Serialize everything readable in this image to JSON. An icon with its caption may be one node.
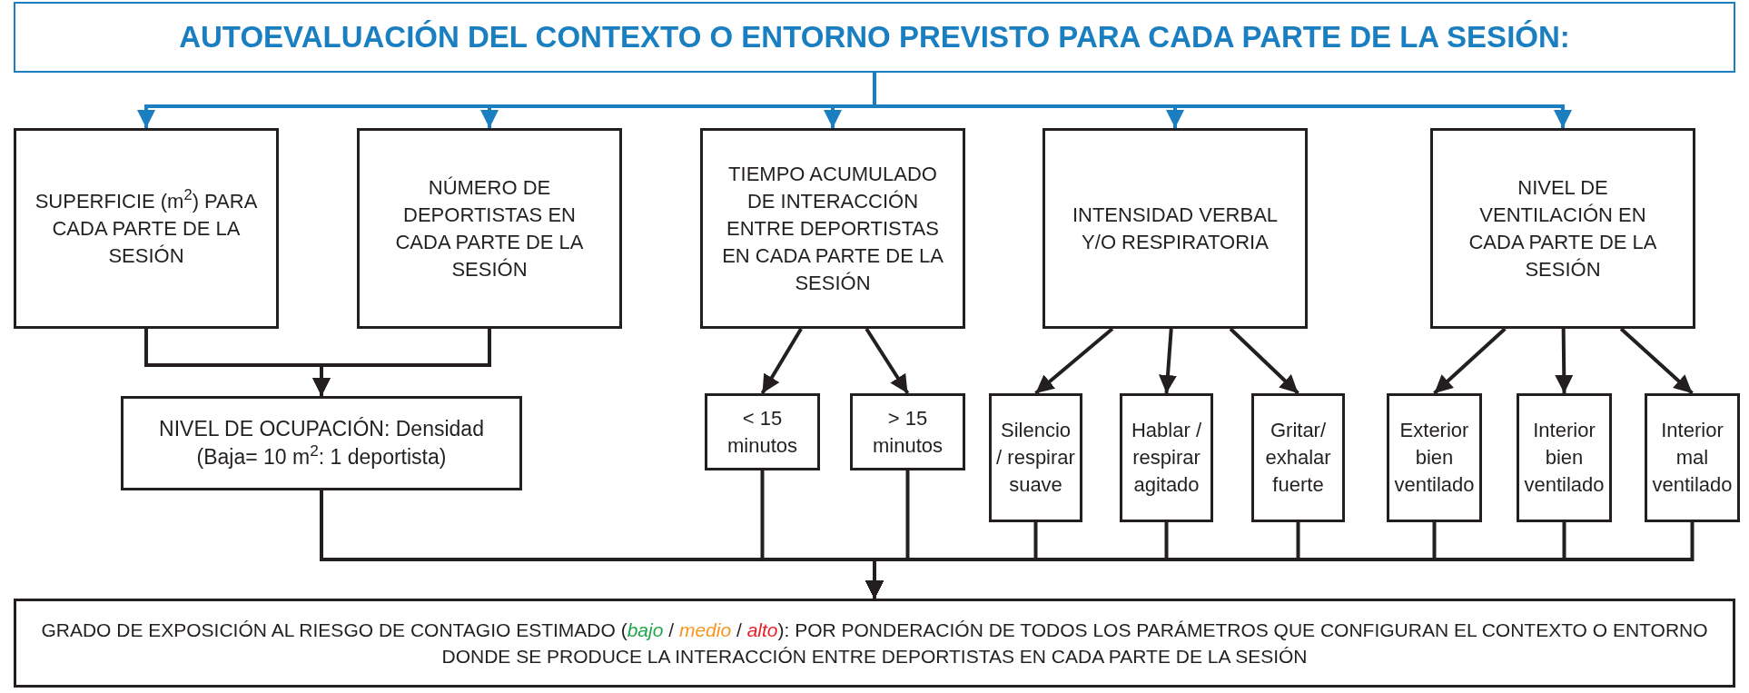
{
  "diagram": {
    "nodes": [
      {
        "text": [
          "AUTOEVALUACIÓN DEL CONTEXTO O ENTORNO PREVISTO PARA CADA PARTE DE LA SESIÓN:"
        ]
      },
      {
        "text": [
          "SUPERFICIE (m$^{2}$) PARA CADA PARTE DE LA SESIÓN"
        ]
      },
      {
        "text": [
          "NÚMERO DE DEPORTISTAS EN CADA PARTE DE LA SESIÓN"
        ]
      },
      {
        "text": [
          "TIEMPO ACUMULADO DE INTERACCIÓN ENTRE DEPORTISTAS EN CADA PARTE DE LA SESIÓN"
        ]
      },
      {
        "text": [
          "INTENSIDAD VERBAL Y/O RESPIRATORIA"
        ]
      },
      {
        "text": [
          "NIVEL DE VENTILACIÓN EN CADA PARTE DE LA SESIÓN"
        ]
      },
      {
        "text": [
          "NIVEL DE OCUPACIÓN: Densidad (Baja= 10 m$^{2}$: 1 deportista)"
        ]
      },
      {
        "text": [
          "< 15 minutos"
        ]
      },
      {
        "text": [
          "> 15 minutos"
        ]
      },
      {
        "text": [
          "Silencio / respirar suave"
        ]
      },
      {
        "text": [
          "Hablar / respirar agitado"
        ]
      },
      {
        "text": [
          "Gritar/ exhalar fuerte"
        ]
      },
      {
        "text": [
          "Exterior bien ventilado"
        ]
      },
      {
        "text": [
          "Interior bien ventilado"
        ]
      },
      {
        "text": [
          "Interior mal ventilado"
        ]
      },
      {
        "text": [
          "GRADO DE EXPOSICIÓN AL RIESGO DE CONTAGIO ESTIMADO (*bajo* / *medio* / *alto*): POR PONDERACIÓN DE TODOS LOS PARÁMETROS QUE CONFIGURAN EL CONTEXTO O ENTORNO DONDE SE PRODUCE LA INTERACCIÓN ENTRE DEPORTISTAS EN CADA PARTE DE LA SESIÓN"
        ]
      }
    ],
    "edges": [
      {
        "from": 0,
        "to": 1,
        "arrow": "to",
        "color": "#1a7fc1"
      },
      {
        "from": 0,
        "to": 2,
        "arrow": "to",
        "color": "#1a7fc1"
      },
      {
        "from": 0,
        "to": 3,
        "arrow": "to",
        "color": "#1a7fc1"
      },
      {
        "from": 0,
        "to": 4,
        "arrow": "to",
        "color": "#1a7fc1"
      },
      {
        "from": 0,
        "to": 5,
        "arrow": "to",
        "color": "#1a7fc1"
      },
      {
        "from": 1,
        "to": 6,
        "arrow": "to"
      },
      {
        "from": 2,
        "to": 6,
        "arrow": "to"
      },
      {
        "from": 3,
        "to": 7,
        "arrow": "to"
      },
      {
        "from": 3,
        "to": 8,
        "arrow": "to"
      },
      {
        "from": 4,
        "to": 9,
        "arrow": "to"
      },
      {
        "from": 4,
        "to": 10,
        "arrow": "to"
      },
      {
        "from": 4,
        "to": 11,
        "arrow": "to"
      },
      {
        "from": 5,
        "to": 12,
        "arrow": "to"
      },
      {
        "from": 5,
        "to": 13,
        "arrow": "to"
      },
      {
        "from": 5,
        "to": 14,
        "arrow": "to"
      },
      {
        "from": 6,
        "to": 15,
        "arrow": "to"
      },
      {
        "from": 7,
        "to": 15,
        "arrow": "to"
      },
      {
        "from": 8,
        "to": 15,
        "arrow": "to"
      },
      {
        "from": 9,
        "to": 15,
        "arrow": "to"
      },
      {
        "from": 10,
        "to": 15,
        "arrow": "to"
      },
      {
        "from": 11,
        "to": 15,
        "arrow": "to"
      },
      {
        "from": 12,
        "to": 15,
        "arrow": "to"
      },
      {
        "from": 13,
        "to": 15,
        "arrow": "to"
      },
      {
        "from": 14,
        "to": 15,
        "arrow": "to"
      }
    ]
  }
}
